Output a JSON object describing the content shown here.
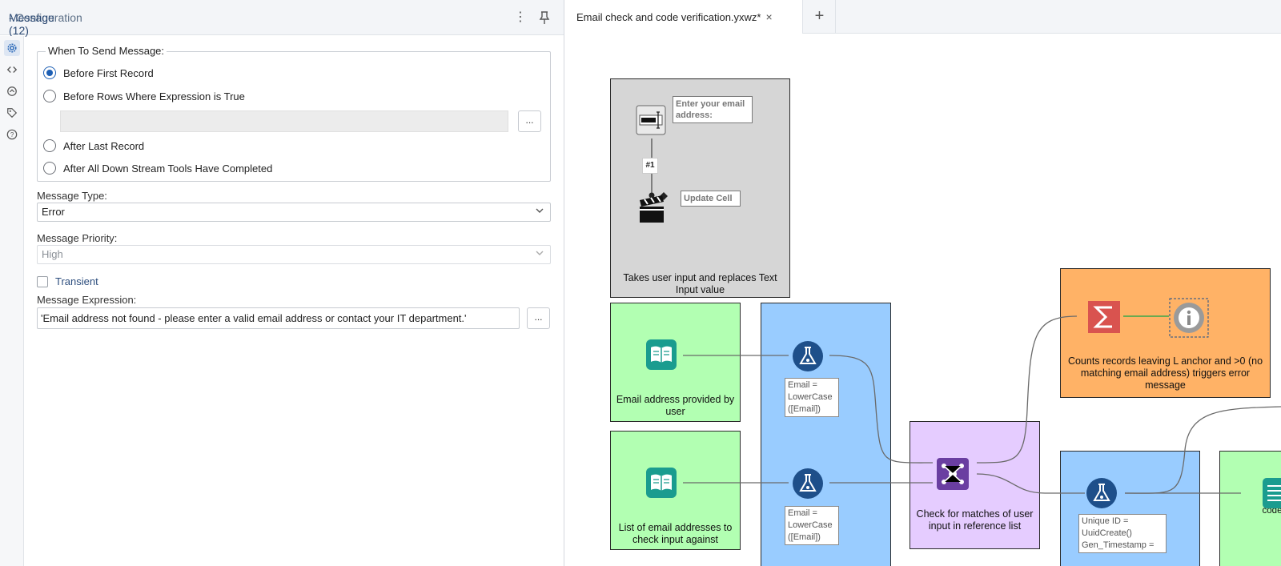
{
  "config": {
    "tool_name": "Message (12)",
    "tool_sub": " - Configuration",
    "when_legend": "When To Send Message:",
    "radio_options": [
      "Before First Record",
      "Before Rows Where Expression is True",
      "After Last Record",
      "After All Down Stream Tools Have Completed"
    ],
    "selected_radio": "Before First Record",
    "dots_label": "...",
    "message_type_label": "Message Type:",
    "message_type_value": "Error",
    "priority_label": "Message Priority:",
    "priority_value": "High",
    "transient_label": "Transient",
    "expression_label": "Message Expression:",
    "expression_value": "'Email address not found - please enter a valid email address or contact your IT department.'"
  },
  "tabs": {
    "active_tab": "Email check and code verification.yxwz*",
    "close_glyph": "×",
    "add_glyph": "+"
  },
  "workflow": {
    "containers": {
      "input_container": "Takes user input and replaces Text Input value",
      "email_user": "Email address provided by user",
      "email_list": "List of email addresses to check input against",
      "match": "Check for matches of user input in reference list",
      "count": "Counts records leaving L anchor and >0 (no matching email address) triggers error message",
      "verif": "Verif code"
    },
    "comments": {
      "enter_email": "Enter your email address:",
      "update_cell": "Update Cell",
      "connection_label": "#1"
    },
    "annotations": {
      "formula1": "Email = LowerCase ([Email])",
      "formula2": "Email = LowerCase ([Email])",
      "formula3": "Unique ID = UuidCreate() Gen_Timestamp ="
    },
    "colors": {
      "gray_container": "#d6d6d6",
      "green_container": "#b2ffb2",
      "blue_container": "#99ccff",
      "purple_container": "#e5ccff",
      "orange_container": "#ffb266",
      "tool_blue": "#1e4f8a",
      "tool_teal": "#1a9c8f",
      "tool_purple": "#6a3ea1",
      "tool_red": "#d9534f"
    }
  }
}
